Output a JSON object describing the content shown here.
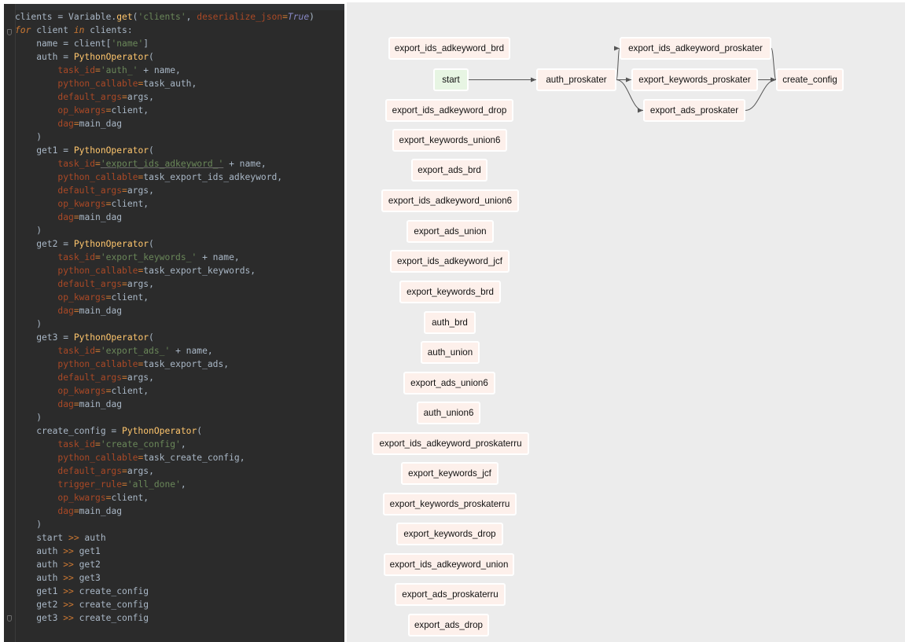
{
  "editor": {
    "code_lines": [
      [
        [
          "plain",
          "clients = Variable."
        ],
        [
          "fn",
          "get"
        ],
        [
          "plain",
          "("
        ],
        [
          "str",
          "'clients'"
        ],
        [
          "plain",
          ", "
        ],
        [
          "param",
          "deserialize_json"
        ],
        [
          "op",
          "="
        ],
        [
          "bool",
          "True"
        ],
        [
          "plain",
          ")"
        ]
      ],
      [
        [
          "kwi",
          "for"
        ],
        [
          "plain",
          " client "
        ],
        [
          "kwi",
          "in"
        ],
        [
          "plain",
          " clients:"
        ]
      ],
      [
        [
          "plain",
          "    name = client["
        ],
        [
          "str",
          "'name'"
        ],
        [
          "plain",
          "]"
        ]
      ],
      [
        [
          "plain",
          "    auth = "
        ],
        [
          "fn",
          "PythonOperator"
        ],
        [
          "plain",
          "("
        ]
      ],
      [
        [
          "plain",
          "        "
        ],
        [
          "param",
          "task_id"
        ],
        [
          "op",
          "="
        ],
        [
          "str",
          "'auth_'"
        ],
        [
          "plain",
          " + name,"
        ]
      ],
      [
        [
          "plain",
          "        "
        ],
        [
          "param",
          "python_callable"
        ],
        [
          "op",
          "="
        ],
        [
          "plain",
          "task_auth,"
        ]
      ],
      [
        [
          "plain",
          "        "
        ],
        [
          "param",
          "default_args"
        ],
        [
          "op",
          "="
        ],
        [
          "plain",
          "args,"
        ]
      ],
      [
        [
          "plain",
          "        "
        ],
        [
          "param",
          "op_kwargs"
        ],
        [
          "op",
          "="
        ],
        [
          "plain",
          "client,"
        ]
      ],
      [
        [
          "plain",
          "        "
        ],
        [
          "param",
          "dag"
        ],
        [
          "op",
          "="
        ],
        [
          "plain",
          "main_dag"
        ]
      ],
      [
        [
          "plain",
          "    )"
        ]
      ],
      [
        [
          "plain",
          "    get1 = "
        ],
        [
          "fn",
          "PythonOperator"
        ],
        [
          "plain",
          "("
        ]
      ],
      [
        [
          "plain",
          "        "
        ],
        [
          "param",
          "task_id"
        ],
        [
          "op",
          "="
        ],
        [
          "str",
          "'export_ids_adkeyword_'"
        ],
        [
          "plain",
          " + name,"
        ]
      ],
      [
        [
          "plain",
          "        "
        ],
        [
          "param",
          "python_callable"
        ],
        [
          "op",
          "="
        ],
        [
          "plain",
          "task_export_ids_adkeyword,"
        ]
      ],
      [
        [
          "plain",
          "        "
        ],
        [
          "param",
          "default_args"
        ],
        [
          "op",
          "="
        ],
        [
          "plain",
          "args,"
        ]
      ],
      [
        [
          "plain",
          "        "
        ],
        [
          "param",
          "op_kwargs"
        ],
        [
          "op",
          "="
        ],
        [
          "plain",
          "client,"
        ]
      ],
      [
        [
          "plain",
          "        "
        ],
        [
          "param",
          "dag"
        ],
        [
          "op",
          "="
        ],
        [
          "plain",
          "main_dag"
        ]
      ],
      [
        [
          "plain",
          "    )"
        ]
      ],
      [
        [
          "plain",
          "    get2 = "
        ],
        [
          "fn",
          "PythonOperator"
        ],
        [
          "plain",
          "("
        ]
      ],
      [
        [
          "plain",
          "        "
        ],
        [
          "param",
          "task_id"
        ],
        [
          "op",
          "="
        ],
        [
          "str",
          "'export_keywords_'"
        ],
        [
          "plain",
          " + name,"
        ]
      ],
      [
        [
          "plain",
          "        "
        ],
        [
          "param",
          "python_callable"
        ],
        [
          "op",
          "="
        ],
        [
          "plain",
          "task_export_keywords,"
        ]
      ],
      [
        [
          "plain",
          "        "
        ],
        [
          "param",
          "default_args"
        ],
        [
          "op",
          "="
        ],
        [
          "plain",
          "args,"
        ]
      ],
      [
        [
          "plain",
          "        "
        ],
        [
          "param",
          "op_kwargs"
        ],
        [
          "op",
          "="
        ],
        [
          "plain",
          "client,"
        ]
      ],
      [
        [
          "plain",
          "        "
        ],
        [
          "param",
          "dag"
        ],
        [
          "op",
          "="
        ],
        [
          "plain",
          "main_dag"
        ]
      ],
      [
        [
          "plain",
          "    )"
        ]
      ],
      [
        [
          "plain",
          "    get3 = "
        ],
        [
          "fn",
          "PythonOperator"
        ],
        [
          "plain",
          "("
        ]
      ],
      [
        [
          "plain",
          "        "
        ],
        [
          "param",
          "task_id"
        ],
        [
          "op",
          "="
        ],
        [
          "str",
          "'export_ads_'"
        ],
        [
          "plain",
          " + name,"
        ]
      ],
      [
        [
          "plain",
          "        "
        ],
        [
          "param",
          "python_callable"
        ],
        [
          "op",
          "="
        ],
        [
          "plain",
          "task_export_ads,"
        ]
      ],
      [
        [
          "plain",
          "        "
        ],
        [
          "param",
          "default_args"
        ],
        [
          "op",
          "="
        ],
        [
          "plain",
          "args,"
        ]
      ],
      [
        [
          "plain",
          "        "
        ],
        [
          "param",
          "op_kwargs"
        ],
        [
          "op",
          "="
        ],
        [
          "plain",
          "client,"
        ]
      ],
      [
        [
          "plain",
          "        "
        ],
        [
          "param",
          "dag"
        ],
        [
          "op",
          "="
        ],
        [
          "plain",
          "main_dag"
        ]
      ],
      [
        [
          "plain",
          "    )"
        ]
      ],
      [
        [
          "plain",
          "    create_config = "
        ],
        [
          "fn",
          "PythonOperator"
        ],
        [
          "plain",
          "("
        ]
      ],
      [
        [
          "plain",
          "        "
        ],
        [
          "param",
          "task_id"
        ],
        [
          "op",
          "="
        ],
        [
          "str",
          "'create_config'"
        ],
        [
          "plain",
          ","
        ]
      ],
      [
        [
          "plain",
          "        "
        ],
        [
          "param",
          "python_callable"
        ],
        [
          "op",
          "="
        ],
        [
          "plain",
          "task_create_config,"
        ]
      ],
      [
        [
          "plain",
          "        "
        ],
        [
          "param",
          "default_args"
        ],
        [
          "op",
          "="
        ],
        [
          "plain",
          "args,"
        ]
      ],
      [
        [
          "plain",
          "        "
        ],
        [
          "param",
          "trigger_rule"
        ],
        [
          "op",
          "="
        ],
        [
          "str",
          "'all_done'"
        ],
        [
          "plain",
          ","
        ]
      ],
      [
        [
          "plain",
          "        "
        ],
        [
          "param",
          "op_kwargs"
        ],
        [
          "op",
          "="
        ],
        [
          "plain",
          "client,"
        ]
      ],
      [
        [
          "plain",
          "        "
        ],
        [
          "param",
          "dag"
        ],
        [
          "op",
          "="
        ],
        [
          "plain",
          "main_dag"
        ]
      ],
      [
        [
          "plain",
          "    )"
        ]
      ],
      [
        [
          "plain",
          "    start "
        ],
        [
          "op",
          ">>"
        ],
        [
          "plain",
          " auth"
        ]
      ],
      [
        [
          "plain",
          "    auth "
        ],
        [
          "op",
          ">>"
        ],
        [
          "plain",
          " get1"
        ]
      ],
      [
        [
          "plain",
          "    auth "
        ],
        [
          "op",
          ">>"
        ],
        [
          "plain",
          " get2"
        ]
      ],
      [
        [
          "plain",
          "    auth "
        ],
        [
          "op",
          ">>"
        ],
        [
          "plain",
          " get3"
        ]
      ],
      [
        [
          "plain",
          "    get1 "
        ],
        [
          "op",
          ">>"
        ],
        [
          "plain",
          " create_config"
        ]
      ],
      [
        [
          "plain",
          "    get2 "
        ],
        [
          "op",
          ">>"
        ],
        [
          "plain",
          " create_config"
        ]
      ],
      [
        [
          "plain",
          "    get3 "
        ],
        [
          "op",
          ">>"
        ],
        [
          "plain",
          " create_config"
        ]
      ]
    ]
  },
  "graph": {
    "nodes": [
      {
        "id": "export_ids_adkeyword_brd",
        "label": "export_ids_adkeyword_brd",
        "type": "task"
      },
      {
        "id": "start",
        "label": "start",
        "type": "start"
      },
      {
        "id": "auth_proskater",
        "label": "auth_proskater",
        "type": "task"
      },
      {
        "id": "export_ids_adkeyword_proskater",
        "label": "export_ids_adkeyword_proskater",
        "type": "task"
      },
      {
        "id": "export_keywords_proskater",
        "label": "export_keywords_proskater",
        "type": "task"
      },
      {
        "id": "export_ads_proskater",
        "label": "export_ads_proskater",
        "type": "task"
      },
      {
        "id": "create_config",
        "label": "create_config",
        "type": "task"
      },
      {
        "id": "export_ids_adkeyword_drop",
        "label": "export_ids_adkeyword_drop",
        "type": "task"
      },
      {
        "id": "export_keywords_union6",
        "label": "export_keywords_union6",
        "type": "task"
      },
      {
        "id": "export_ads_brd",
        "label": "export_ads_brd",
        "type": "task"
      },
      {
        "id": "export_ids_adkeyword_union6",
        "label": "export_ids_adkeyword_union6",
        "type": "task"
      },
      {
        "id": "export_ads_union",
        "label": "export_ads_union",
        "type": "task"
      },
      {
        "id": "export_ids_adkeyword_jcf",
        "label": "export_ids_adkeyword_jcf",
        "type": "task"
      },
      {
        "id": "export_keywords_brd",
        "label": "export_keywords_brd",
        "type": "task"
      },
      {
        "id": "auth_brd",
        "label": "auth_brd",
        "type": "task"
      },
      {
        "id": "auth_union",
        "label": "auth_union",
        "type": "task"
      },
      {
        "id": "export_ads_union6",
        "label": "export_ads_union6",
        "type": "task"
      },
      {
        "id": "auth_union6",
        "label": "auth_union6",
        "type": "task"
      },
      {
        "id": "export_ids_adkeyword_proskaterru",
        "label": "export_ids_adkeyword_proskaterru",
        "type": "task"
      },
      {
        "id": "export_keywords_jcf",
        "label": "export_keywords_jcf",
        "type": "task"
      },
      {
        "id": "export_keywords_proskaterru",
        "label": "export_keywords_proskaterru",
        "type": "task"
      },
      {
        "id": "export_keywords_drop",
        "label": "export_keywords_drop",
        "type": "task"
      },
      {
        "id": "export_ids_adkeyword_union",
        "label": "export_ids_adkeyword_union",
        "type": "task"
      },
      {
        "id": "export_ads_proskaterru",
        "label": "export_ads_proskaterru",
        "type": "task"
      },
      {
        "id": "export_ads_drop",
        "label": "export_ads_drop",
        "type": "task"
      }
    ],
    "edges": [
      [
        "start",
        "auth_proskater"
      ],
      [
        "auth_proskater",
        "export_ids_adkeyword_proskater"
      ],
      [
        "auth_proskater",
        "export_keywords_proskater"
      ],
      [
        "auth_proskater",
        "export_ads_proskater"
      ],
      [
        "export_ids_adkeyword_proskater",
        "create_config"
      ],
      [
        "export_keywords_proskater",
        "create_config"
      ],
      [
        "export_ads_proskater",
        "create_config"
      ]
    ],
    "colors": {
      "task_fill": "#fdf0eb",
      "start_fill": "#e7f5e3",
      "edge": "#555555",
      "background": "#ececec"
    }
  }
}
